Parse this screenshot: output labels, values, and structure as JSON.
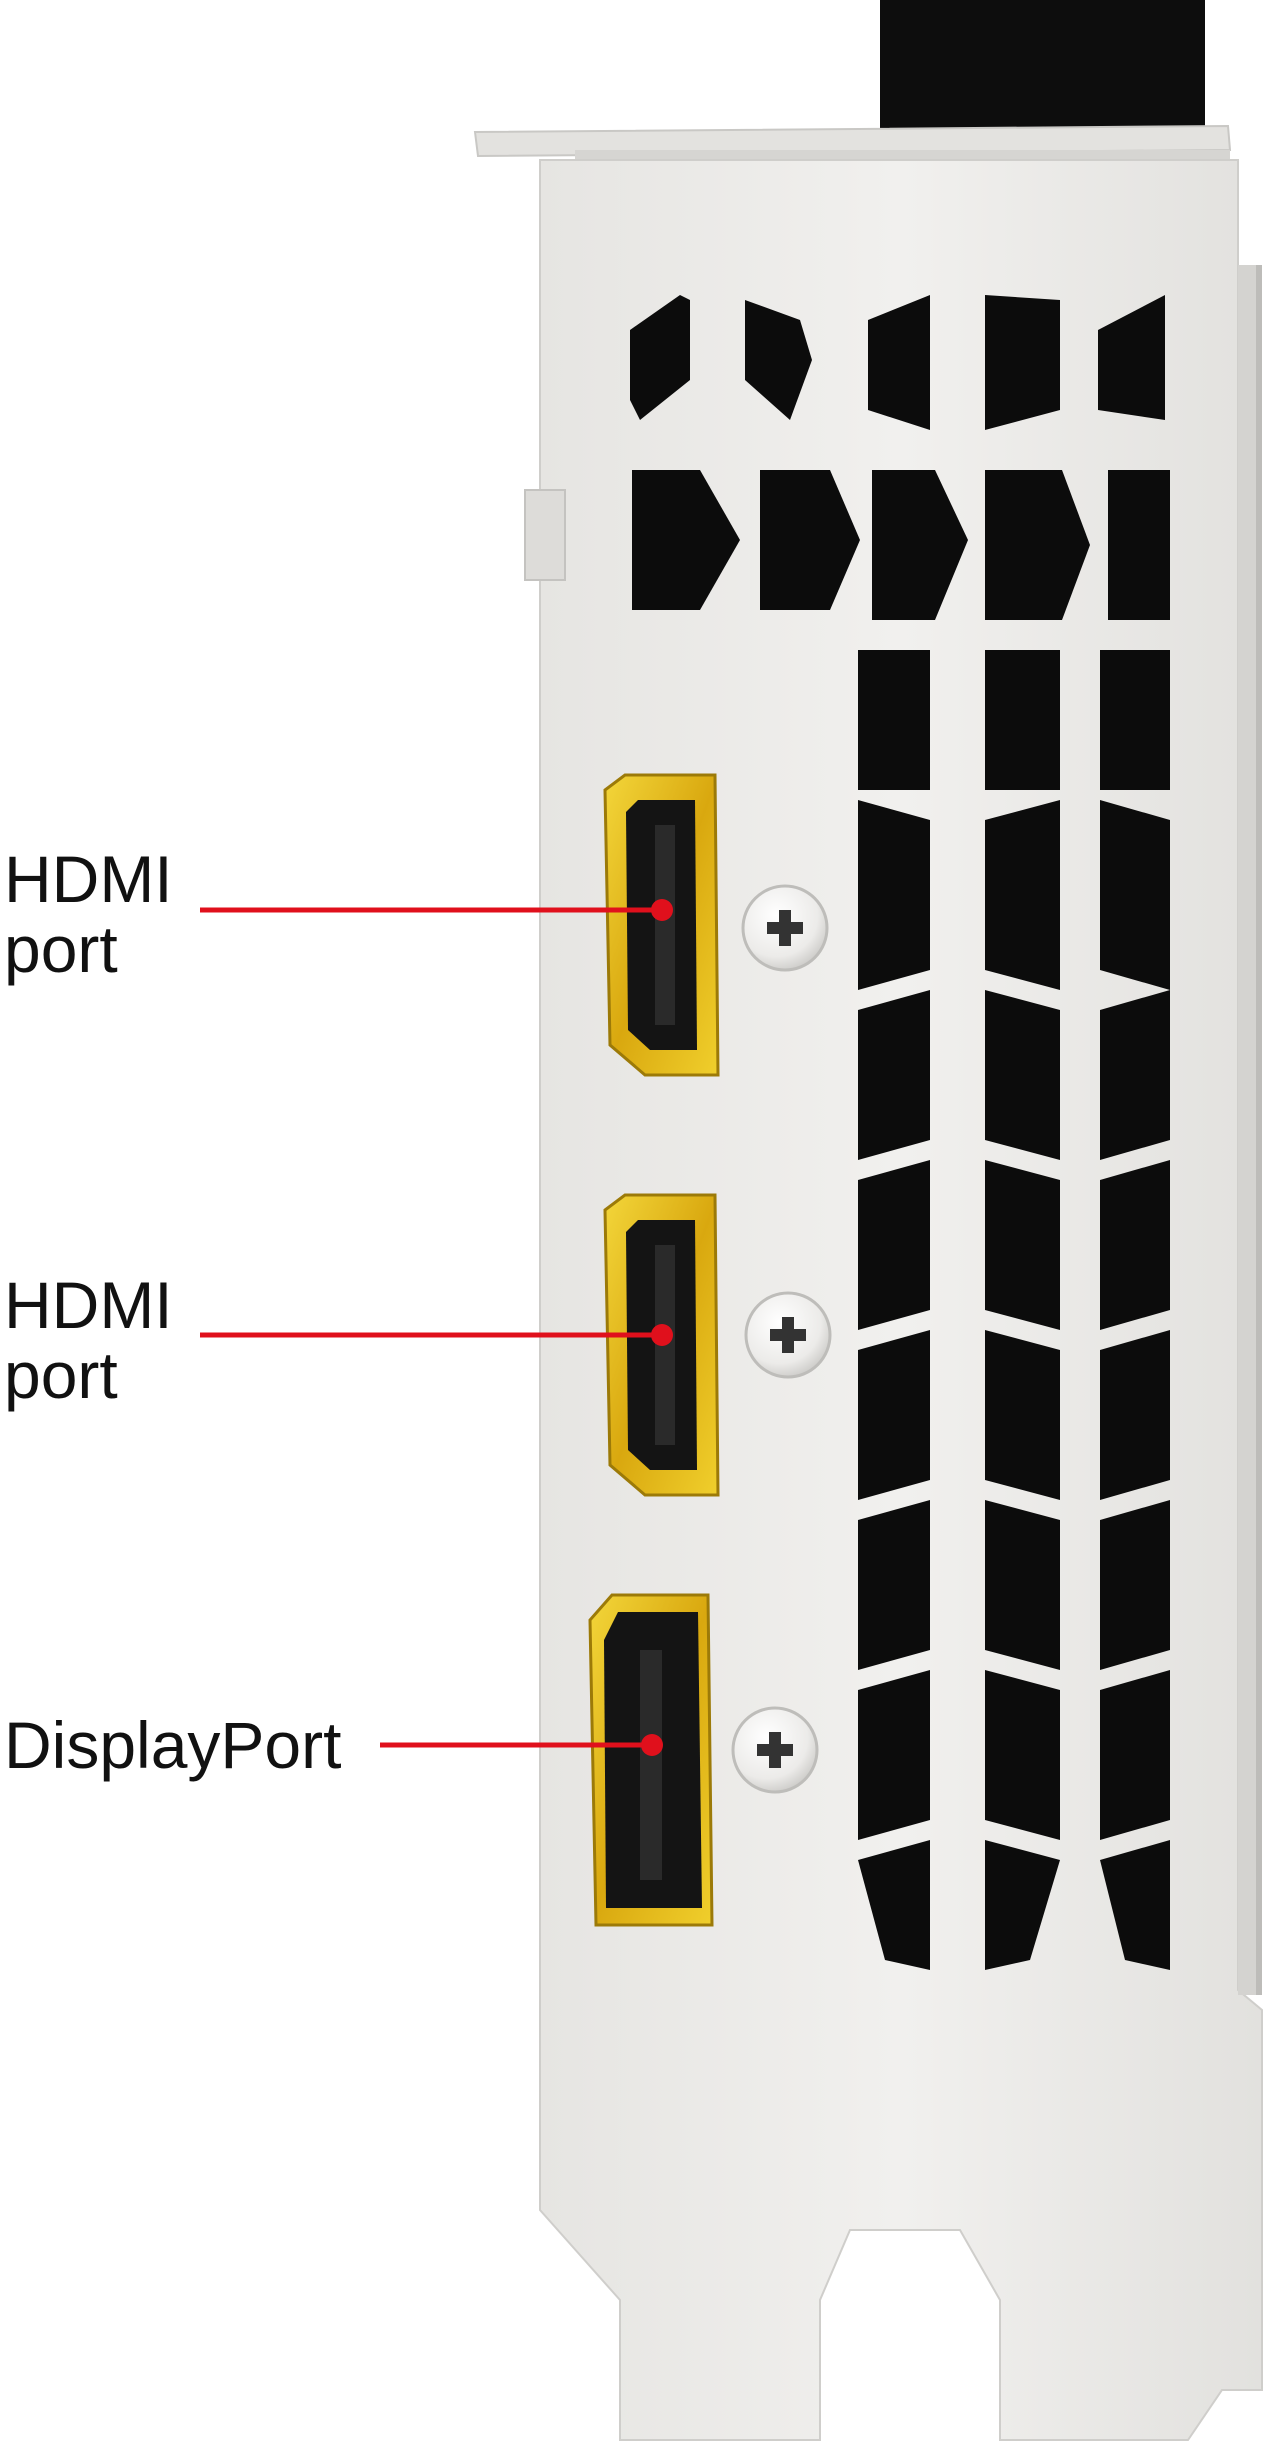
{
  "labels": {
    "hdmi_top_line1": "HDMI",
    "hdmi_top_line2": "port",
    "hdmi_mid_line1": "HDMI",
    "hdmi_mid_line2": "port",
    "displayport": "DisplayPort"
  },
  "colors": {
    "leader_line": "#e0101c",
    "bracket": "#efeeec",
    "bracket_shade": "#d8d7d4",
    "port_gold": "#e8c21a",
    "port_inner": "#141414",
    "screw": "#f2f2f2"
  },
  "icons": [
    "hdmi-port-icon",
    "displayport-icon",
    "screw-icon",
    "vent-icon"
  ]
}
